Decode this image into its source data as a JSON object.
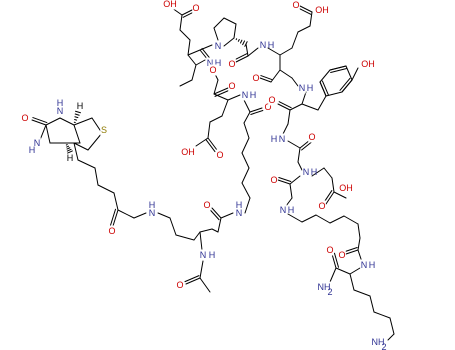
{
  "colors": {
    "background": "#ffffff",
    "bond": "#000000",
    "carbon_text": "#000000",
    "oxygen": "#cc0000",
    "nitrogen": "#2e3192",
    "sulfur": "#8f7a00",
    "hydrogen_wedge": "#000000"
  },
  "labels": {
    "hydroxyl": "OH",
    "carboxylic_acid": "OH",
    "oxygen": "O",
    "amide_nitrogen": "N",
    "amide_nh_h": "H",
    "amine": "NH",
    "amine_h2": "2",
    "sulfur": "S",
    "stereo_h": "H"
  },
  "atoms": [
    {
      "id": "biotin-o",
      "label": "O",
      "kind": "oxygen"
    },
    {
      "id": "biotin-n1",
      "label": "N",
      "kind": "nitrogen"
    },
    {
      "id": "biotin-n2",
      "label": "N",
      "kind": "nitrogen"
    },
    {
      "id": "biotin-s",
      "label": "S",
      "kind": "sulfur"
    },
    {
      "id": "lys1-amide-o",
      "label": "O",
      "kind": "oxygen"
    },
    {
      "id": "lys1-nh",
      "label": "N",
      "kind": "nitrogen"
    },
    {
      "id": "lys1-backbone-o",
      "label": "O",
      "kind": "oxygen"
    },
    {
      "id": "acetyl-nh",
      "label": "N",
      "kind": "nitrogen"
    },
    {
      "id": "acetyl-o",
      "label": "O",
      "kind": "oxygen"
    },
    {
      "id": "ahx-nh",
      "label": "N",
      "kind": "nitrogen"
    },
    {
      "id": "ahx-o",
      "label": "O",
      "kind": "oxygen"
    },
    {
      "id": "glu1-nh",
      "label": "N",
      "kind": "nitrogen"
    },
    {
      "id": "glu1-o",
      "label": "O",
      "kind": "oxygen"
    },
    {
      "id": "glu1-acid-o",
      "label": "O",
      "kind": "oxygen"
    },
    {
      "id": "glu1-acid-oh",
      "label": "OH",
      "kind": "oxygen"
    },
    {
      "id": "glu2-nh",
      "label": "N",
      "kind": "nitrogen"
    },
    {
      "id": "glu2-acid-o",
      "label": "O",
      "kind": "oxygen"
    },
    {
      "id": "glu2-acid-oh",
      "label": "OH",
      "kind": "oxygen"
    },
    {
      "id": "glu2-o",
      "label": "O",
      "kind": "oxygen"
    },
    {
      "id": "pro-n",
      "label": "N",
      "kind": "nitrogen"
    },
    {
      "id": "pro-o",
      "label": "O",
      "kind": "oxygen"
    },
    {
      "id": "glu3-nh",
      "label": "N",
      "kind": "nitrogen"
    },
    {
      "id": "glu3-acid-o",
      "label": "O",
      "kind": "oxygen"
    },
    {
      "id": "glu3-acid-oh",
      "label": "OH",
      "kind": "oxygen"
    },
    {
      "id": "glu3-o",
      "label": "O",
      "kind": "oxygen"
    },
    {
      "id": "tyr-nh",
      "label": "N",
      "kind": "nitrogen"
    },
    {
      "id": "tyr-oh",
      "label": "OH",
      "kind": "oxygen"
    },
    {
      "id": "tyr-o",
      "label": "O",
      "kind": "oxygen"
    },
    {
      "id": "gly-nh",
      "label": "N",
      "kind": "nitrogen"
    },
    {
      "id": "gly-o",
      "label": "O",
      "kind": "oxygen"
    },
    {
      "id": "glu4-nh",
      "label": "N",
      "kind": "nitrogen"
    },
    {
      "id": "glu4-acid-o",
      "label": "O",
      "kind": "oxygen"
    },
    {
      "id": "glu4-acid-oh",
      "label": "OH",
      "kind": "oxygen"
    },
    {
      "id": "glu4-o",
      "label": "O",
      "kind": "oxygen"
    },
    {
      "id": "ahx2-nh",
      "label": "N",
      "kind": "nitrogen"
    },
    {
      "id": "ahx2-o",
      "label": "O",
      "kind": "oxygen"
    },
    {
      "id": "lys2-nh",
      "label": "N",
      "kind": "nitrogen"
    },
    {
      "id": "lys2-o",
      "label": "O",
      "kind": "oxygen"
    },
    {
      "id": "lys2-amide-n",
      "label": "NH",
      "kind": "nitrogen"
    },
    {
      "id": "lys2-amine",
      "label": "NH",
      "kind": "nitrogen"
    }
  ]
}
